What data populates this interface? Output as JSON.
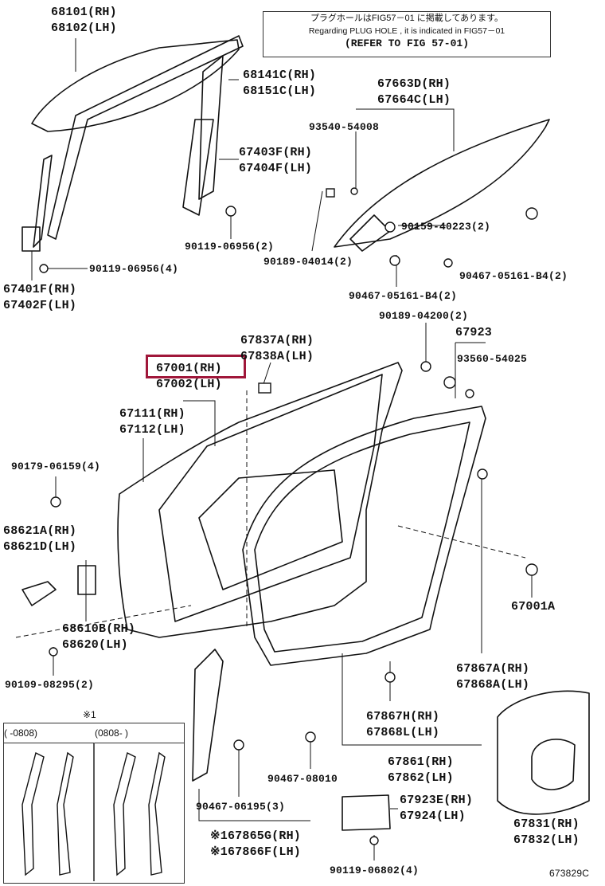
{
  "note": {
    "line1": "プラグホールはFIG57－01 に掲載してあります。",
    "line2": "Regarding  PLUG HOLE , it is indicated  in  FIG57－01",
    "line3": "(REFER TO FIG 57-01)"
  },
  "highlighted_part": "67001(RH)",
  "labels": {
    "p68101": "68101(RH)",
    "p68102": "68102(LH)",
    "p68141c": "68141C(RH)",
    "p68151c": "68151C(LH)",
    "p67403f": "67403F(RH)",
    "p67404f": "67404F(LH)",
    "p90119_06956_2": "90119-06956(2)",
    "p90119_06956_4": "90119-06956(4)",
    "p67401f": "67401F(RH)",
    "p67402f": "67402F(LH)",
    "p67663d": "67663D(RH)",
    "p67664c": "67664C(LH)",
    "p93540": "93540-54008",
    "p90159": "90159-40223(2)",
    "p90189_04014": "90189-04014(2)",
    "p90467_05161_2a": "90467-05161-B4(2)",
    "p90467_05161_2b": "90467-05161-B4(2)",
    "p90189_04200": "90189-04200(2)",
    "p67923": "67923",
    "p93560": "93560-54025",
    "p67837a": "67837A(RH)",
    "p67838a": "67838A(LH)",
    "p67001": "67001(RH)",
    "p67002": "67002(LH)",
    "p67111": "67111(RH)",
    "p67112": "67112(LH)",
    "p90179": "90179-06159(4)",
    "p68621a": "68621A(RH)",
    "p68621d": "68621D(LH)",
    "p68610b": "68610B(RH)",
    "p68620": "68620(LH)",
    "p90109": "90109-08295(2)",
    "p67001a": "67001A",
    "p67867a": "67867A(RH)",
    "p67868a": "67868A(LH)",
    "p67867h": "67867H(RH)",
    "p67868l": "67868L(LH)",
    "p67861": "67861(RH)",
    "p67862": "67862(LH)",
    "p90467_08010": "90467-08010",
    "p90467_06195": "90467-06195(3)",
    "p67865g": "※167865G(RH)",
    "p67866f": "※167866F(LH)",
    "p67923e": "67923E(RH)",
    "p67924": "67924(LH)",
    "p90119_06802": "90119-06802(4)",
    "p67831": "67831(RH)",
    "p67832": "67832(LH)",
    "figno": "673829C"
  },
  "inset": {
    "ref_mark": "※1",
    "col1": "(    -0808)",
    "col2": "(0808-    )"
  }
}
